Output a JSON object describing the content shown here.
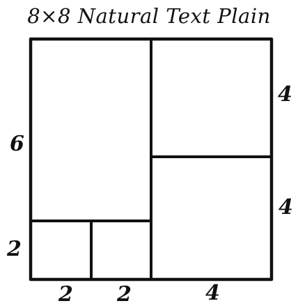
{
  "title": "8×8 Natural Text Plain",
  "labels": {
    "left_top": "6",
    "left_bottom": "2",
    "right_top": "4",
    "right_bottom": "4",
    "bottom_first": "2",
    "bottom_second": "2",
    "bottom_third": "4"
  },
  "colors": {
    "ink": "#111111",
    "background": "#ffffff"
  }
}
